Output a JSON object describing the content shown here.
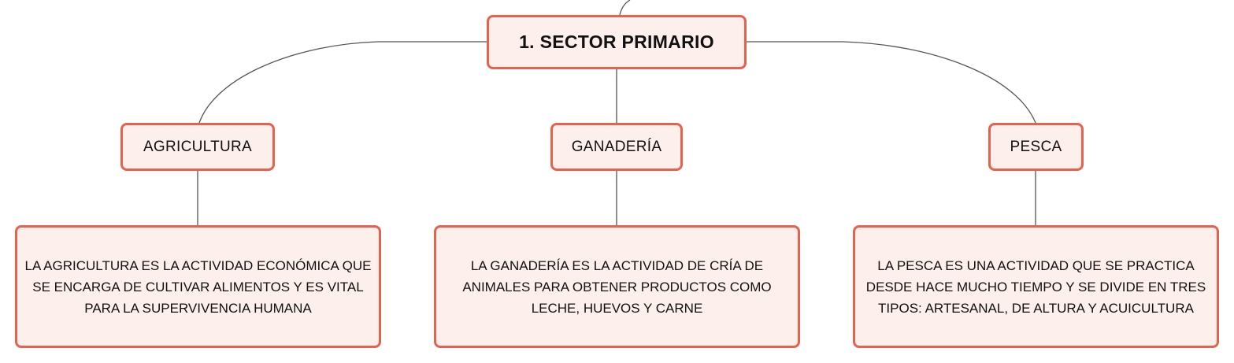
{
  "diagram": {
    "type": "mind-map",
    "colors": {
      "border": "#e8614c",
      "fill": "#fdf0ec",
      "connector": "#555555",
      "text": "#111111"
    },
    "root": {
      "label": "1. SECTOR PRIMARIO"
    },
    "branches": [
      {
        "label": "AGRICULTURA",
        "description": "LA AGRICULTURA ES LA ACTIVIDAD ECONÓMICA QUE SE ENCARGA DE CULTIVAR ALIMENTOS Y ES VITAL PARA LA SUPERVIVENCIA HUMANA"
      },
      {
        "label": "GANADERÍA",
        "description": "LA GANADERÍA ES LA ACTIVIDAD DE CRÍA DE ANIMALES PARA OBTENER PRODUCTOS COMO LECHE, HUEVOS Y CARNE"
      },
      {
        "label": "PESCA",
        "description": "LA PESCA ES UNA ACTIVIDAD QUE SE PRACTICA DESDE HACE MUCHO TIEMPO Y SE DIVIDE EN TRES TIPOS: ARTESANAL, DE ALTURA Y ACUICULTURA"
      }
    ]
  }
}
